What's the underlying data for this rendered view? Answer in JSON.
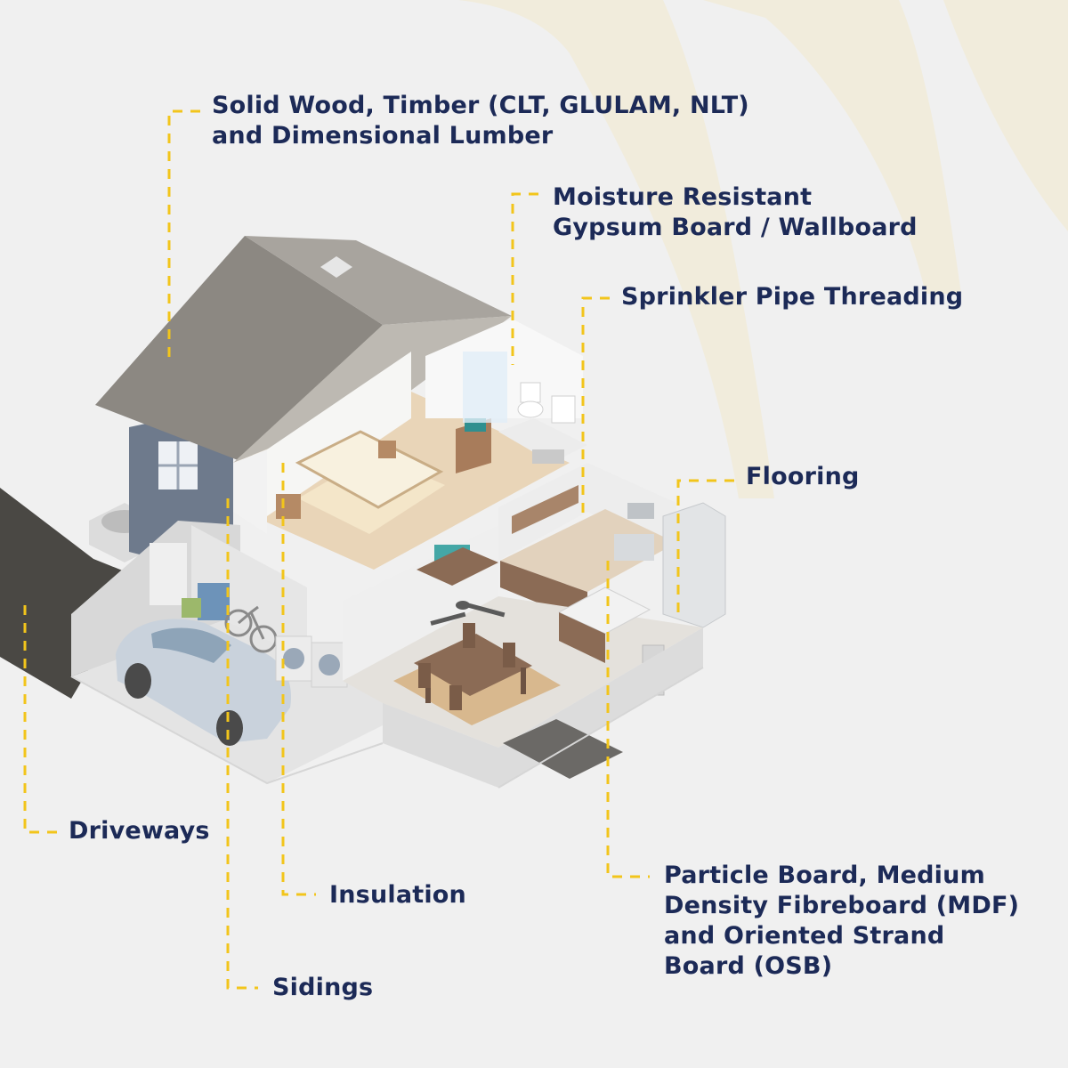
{
  "colors": {
    "background": "#f0f0f0",
    "label_text": "#1c2a57",
    "leader_line": "#f2c51b",
    "watermark": "#f1ecdc"
  },
  "callouts": {
    "solid_wood": [
      "Solid Wood, Timber (CLT, GLULAM, NLT)",
      "and Dimensional Lumber"
    ],
    "gypsum": [
      "Moisture Resistant",
      "Gypsum Board / Wallboard"
    ],
    "sprinkler": "Sprinkler Pipe Threading",
    "flooring": "Flooring",
    "driveways": "Driveways",
    "insulation": "Insulation",
    "sidings": "Sidings",
    "particle_board": [
      "Particle Board, Medium",
      "Density Fibreboard (MDF)",
      "and Oriented Strand",
      "Board (OSB)"
    ]
  }
}
